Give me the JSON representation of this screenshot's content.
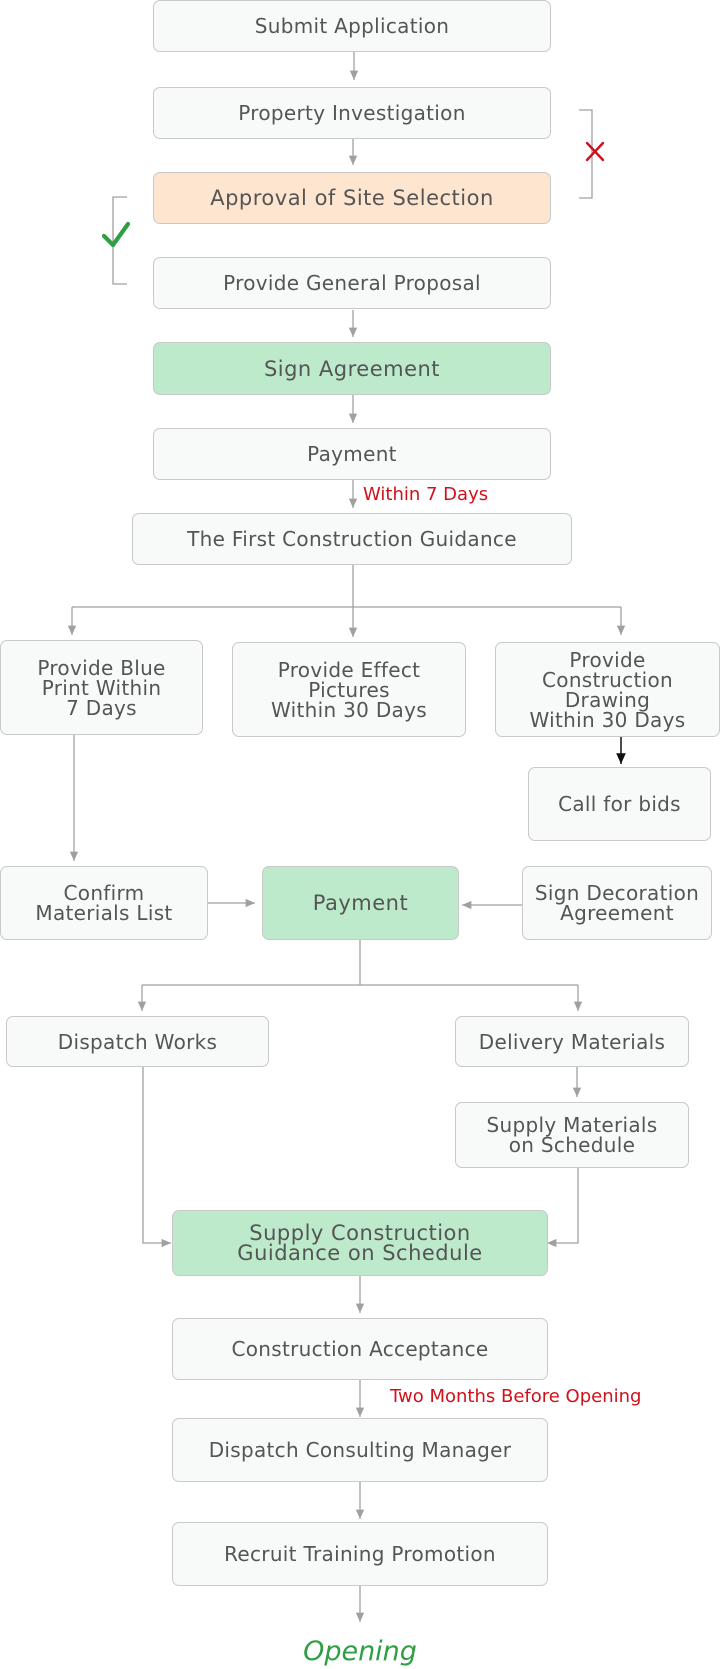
{
  "nodes": {
    "submit_application": "Submit Application",
    "property_investigation": "Property Investigation",
    "approval_site_selection": "Approval of Site Selection",
    "general_proposal": "Provide General Proposal",
    "sign_agreement": "Sign Agreement",
    "payment_1": "Payment",
    "first_guidance": "The First Construction Guidance",
    "blue_print": "Provide Blue\nPrint Within\n7 Days",
    "effect_pictures": "Provide Effect\nPictures\nWithin 30 Days",
    "construction_drawing": "Provide\nConstruction\nDrawing\nWithin 30 Days",
    "call_for_bids": "Call for bids",
    "confirm_materials": "Confirm\nMaterials List",
    "payment_2": "Payment",
    "sign_decoration": "Sign Decoration\nAgreement",
    "dispatch_works": "Dispatch Works",
    "delivery_materials": "Delivery Materials",
    "supply_materials": "Supply Materials\non Schedule",
    "supply_guidance": "Supply Construction\nGuidance on Schedule",
    "construction_acceptance": "Construction Acceptance",
    "dispatch_manager": "Dispatch Consulting Manager",
    "recruit_training": "Recruit Training Promotion"
  },
  "notes": {
    "within_7_days": "Within 7 Days",
    "two_months": "Two Months Before Opening"
  },
  "final_step": "Opening",
  "marks": {
    "reject": "cross-icon",
    "approve": "check-icon"
  },
  "colors": {
    "node_border": "#c9c9c9",
    "node_fill": "#f8f9f9",
    "highlight_orange": "#fde5cf",
    "highlight_green": "#bdeacb",
    "connector": "#a0a0a0",
    "note_text": "#d0111b",
    "final_text": "#2f9e44",
    "cross": "#d0111b",
    "check": "#2f9e44"
  }
}
